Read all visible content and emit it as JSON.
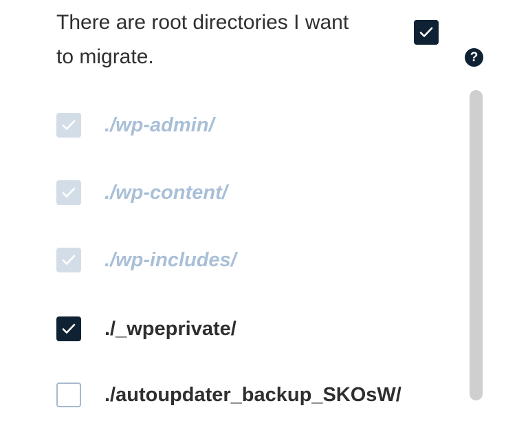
{
  "question": {
    "text": "There are root directories I want to migrate.",
    "checked": true,
    "help_icon": "?"
  },
  "colors": {
    "accent": "#0e2233",
    "disabled": "#a9bfd8",
    "text": "#2f2f2f"
  },
  "directories": [
    {
      "label": "./wp-admin/",
      "checked": true,
      "disabled": true
    },
    {
      "label": "./wp-content/",
      "checked": true,
      "disabled": true
    },
    {
      "label": "./wp-includes/",
      "checked": true,
      "disabled": true
    },
    {
      "label": "./_wpeprivate/",
      "checked": true,
      "disabled": false
    },
    {
      "label": "./autoupdater_backup_SKOsW/",
      "checked": false,
      "disabled": false
    }
  ]
}
